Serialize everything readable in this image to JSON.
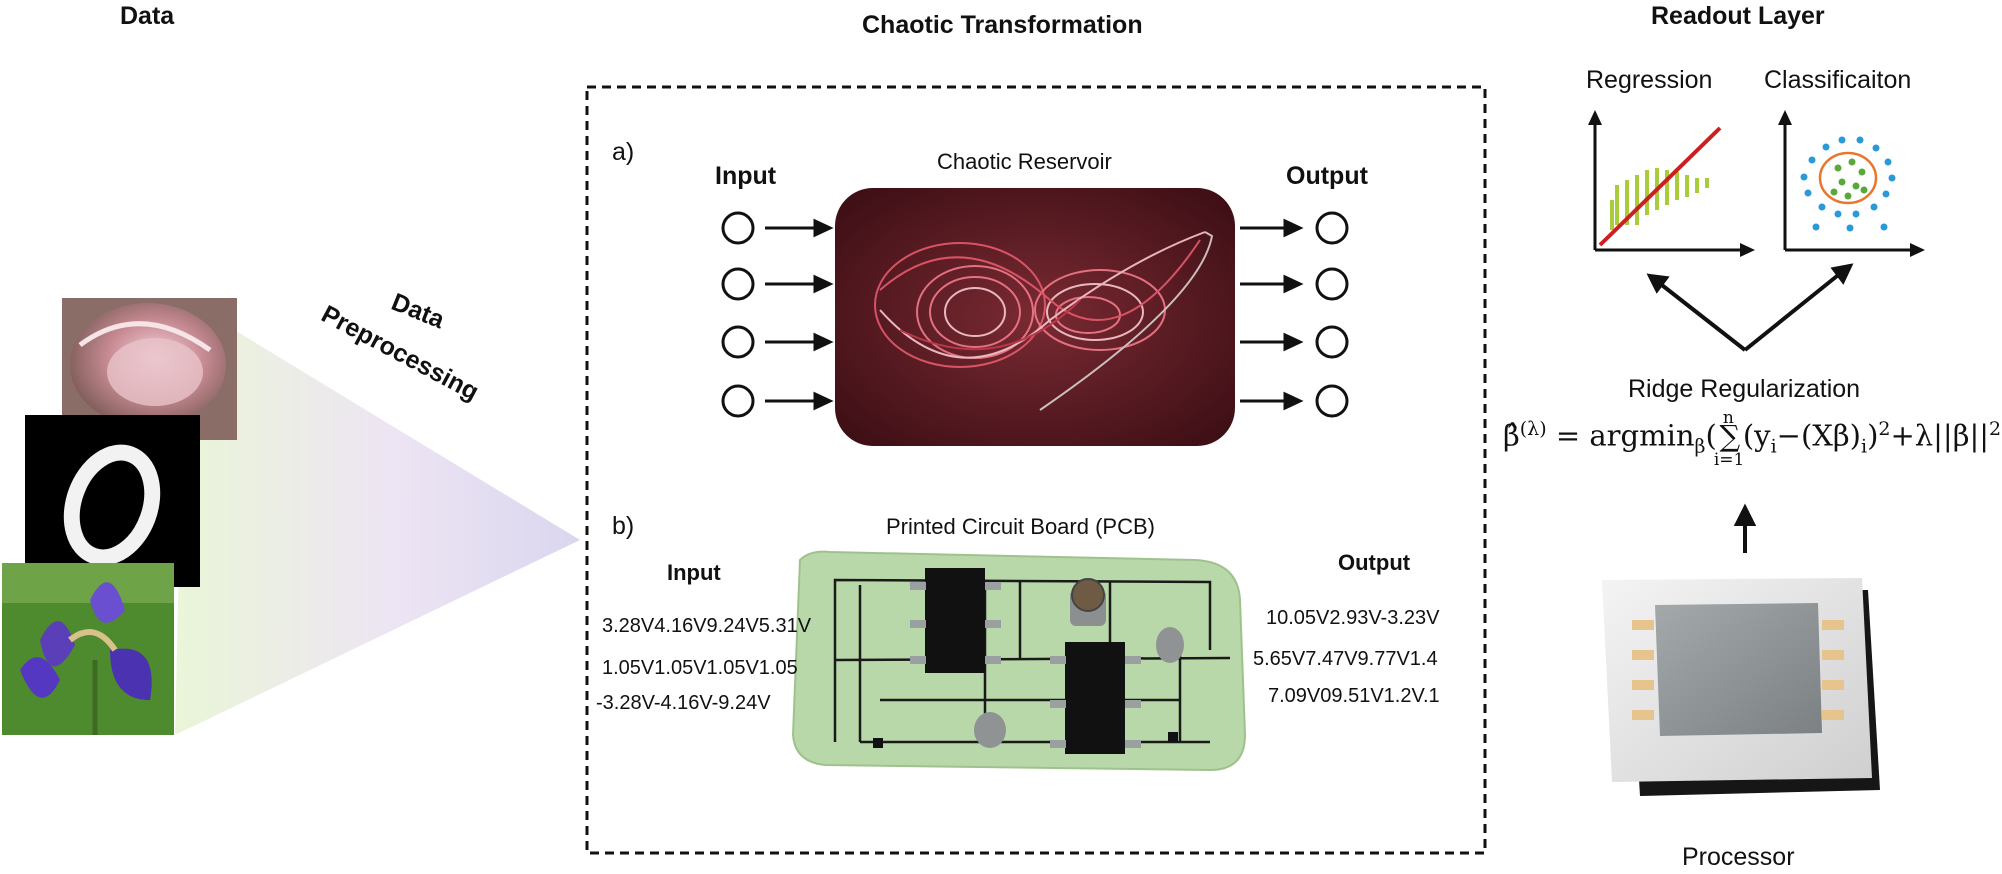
{
  "sections": {
    "data_title": "Data",
    "transformation_title": "Chaotic Transformation",
    "readout_title": "Readout Layer"
  },
  "preprocessing": {
    "line1": "Data",
    "line2": "Preprocessing"
  },
  "panel_a": {
    "tag": "a)",
    "input_label": "Input",
    "output_label": "Output",
    "reservoir_label": "Chaotic Reservoir"
  },
  "panel_b": {
    "tag": "b)",
    "pcb_label": "Printed Circuit Board (PCB)",
    "input_label": "Input",
    "output_label": "Output",
    "input_values": [
      "3.28V4.16V9.24V5.31V",
      "1.05V1.05V1.05V1.05",
      "-3.28V-4.16V-9.24V"
    ],
    "output_values": [
      "10.05V2.93V-3.23V",
      "5.65V7.47V9.77V1.4",
      "7.09V09.51V1.2V.1"
    ]
  },
  "readout": {
    "regression_label": "Regression",
    "classification_label": "Classificaiton",
    "ridge_label": "Ridge Regularization",
    "formula": {
      "lhs": "β̂",
      "lhs_sup": "(λ)",
      "eq": " = argmin",
      "sub_beta": "β",
      "open": "(",
      "sum_top": "n",
      "sum_sym": "∑",
      "sum_bottom": "i=1",
      "body1": "(y",
      "sub_i": "i",
      "body2": "−(Xβ)",
      "sub_i2": "i",
      "body3": ")",
      "sup2": "2",
      "body4": "+λ||β||",
      "sup2b": "2",
      "close": ")"
    },
    "processor_label": "Processor"
  },
  "colors": {
    "reservoir_bg": "#5a1a22",
    "attractor": "#f27a8a",
    "pcb_board": "#b9d8a9",
    "regression_line": "#cc1f1f",
    "regression_points": "#a8cc3a",
    "class_outer": "#2a9ad6",
    "class_inner": "#5aa83a",
    "class_ellipse": "#e8772e",
    "chip": "#8f9598"
  }
}
